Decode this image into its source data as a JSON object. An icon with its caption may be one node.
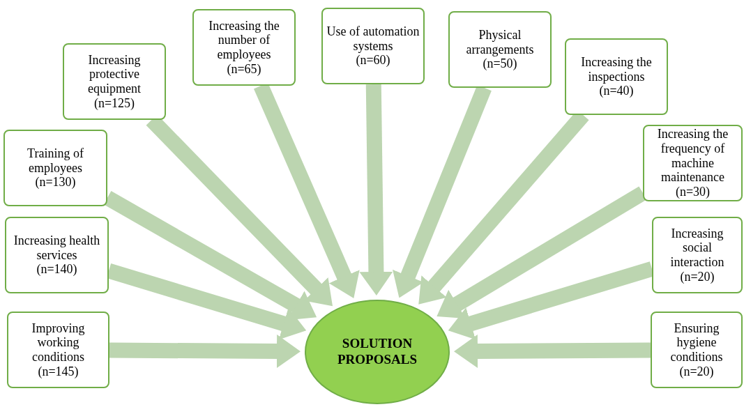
{
  "diagram": {
    "nodes": [
      {
        "text": [
          "SOLUTION PROPOSALS"
        ]
      },
      {
        "text": [
          "Improving working conditions",
          "(n=145)"
        ]
      },
      {
        "text": [
          "Increasing health services",
          "(n=140)"
        ]
      },
      {
        "text": [
          "Training of employees",
          "(n=130)"
        ]
      },
      {
        "text": [
          "Increasing protective equipment",
          "(n=125)"
        ]
      },
      {
        "text": [
          "Increasing the number of employees",
          "(n=65)"
        ]
      },
      {
        "text": [
          "Use of automation systems",
          "(n=60)"
        ]
      },
      {
        "text": [
          "Physical arrangements",
          "(n=50)"
        ]
      },
      {
        "text": [
          "Increasing the inspections",
          "(n=40)"
        ]
      },
      {
        "text": [
          "Increasing the frequency of machine maintenance",
          "(n=30)"
        ]
      },
      {
        "text": [
          "Increasing social interaction",
          "(n=20)"
        ]
      },
      {
        "text": [
          "Ensuring hygiene conditions",
          "(n=20)"
        ]
      }
    ],
    "edges": [
      {
        "from": 1,
        "to": 0,
        "arrow": "to"
      },
      {
        "from": 2,
        "to": 0,
        "arrow": "to"
      },
      {
        "from": 3,
        "to": 0,
        "arrow": "to"
      },
      {
        "from": 4,
        "to": 0,
        "arrow": "to"
      },
      {
        "from": 5,
        "to": 0,
        "arrow": "to"
      },
      {
        "from": 6,
        "to": 0,
        "arrow": "to"
      },
      {
        "from": 7,
        "to": 0,
        "arrow": "to"
      },
      {
        "from": 8,
        "to": 0,
        "arrow": "to"
      },
      {
        "from": 9,
        "to": 0,
        "arrow": "to"
      },
      {
        "from": 10,
        "to": 0,
        "arrow": "to"
      },
      {
        "from": 11,
        "to": 0,
        "arrow": "to"
      }
    ]
  }
}
